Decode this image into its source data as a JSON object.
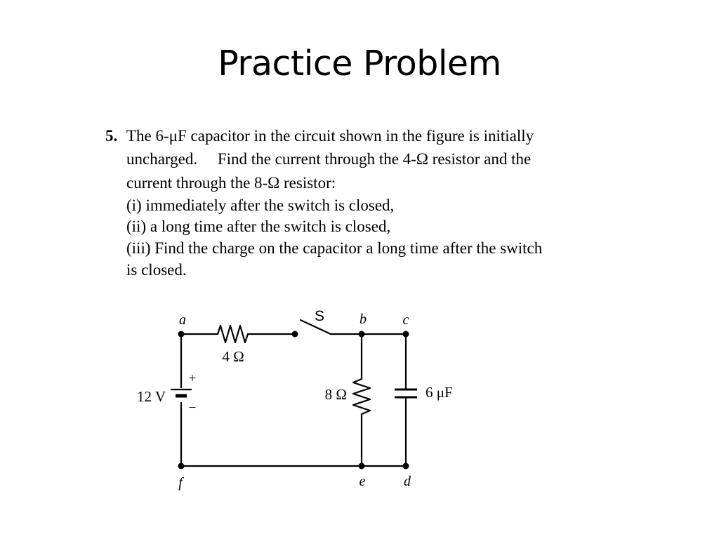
{
  "slide": {
    "title": "Practice Problem"
  },
  "problem": {
    "number": "5.",
    "lines": [
      "The 6-μF capacitor in the circuit shown in the figure is initially",
      "uncharged.  Find the current through the 4-Ω resistor and the",
      "current through the 8-Ω resistor:",
      "(i) immediately after the switch is closed,",
      "(ii) a long time after the switch is closed,",
      "(iii) Find the charge on the capacitor a long time after the switch",
      "is closed."
    ]
  },
  "circuit": {
    "nodes": {
      "a": "a",
      "b": "b",
      "c": "c",
      "d": "d",
      "e": "e",
      "f": "f"
    },
    "switch_label": "S",
    "battery_label": "12 V",
    "battery_plus": "+",
    "battery_minus": "−",
    "resistor1_label": "4 Ω",
    "resistor2_label": "8 Ω",
    "capacitor_label": "6 μF"
  }
}
